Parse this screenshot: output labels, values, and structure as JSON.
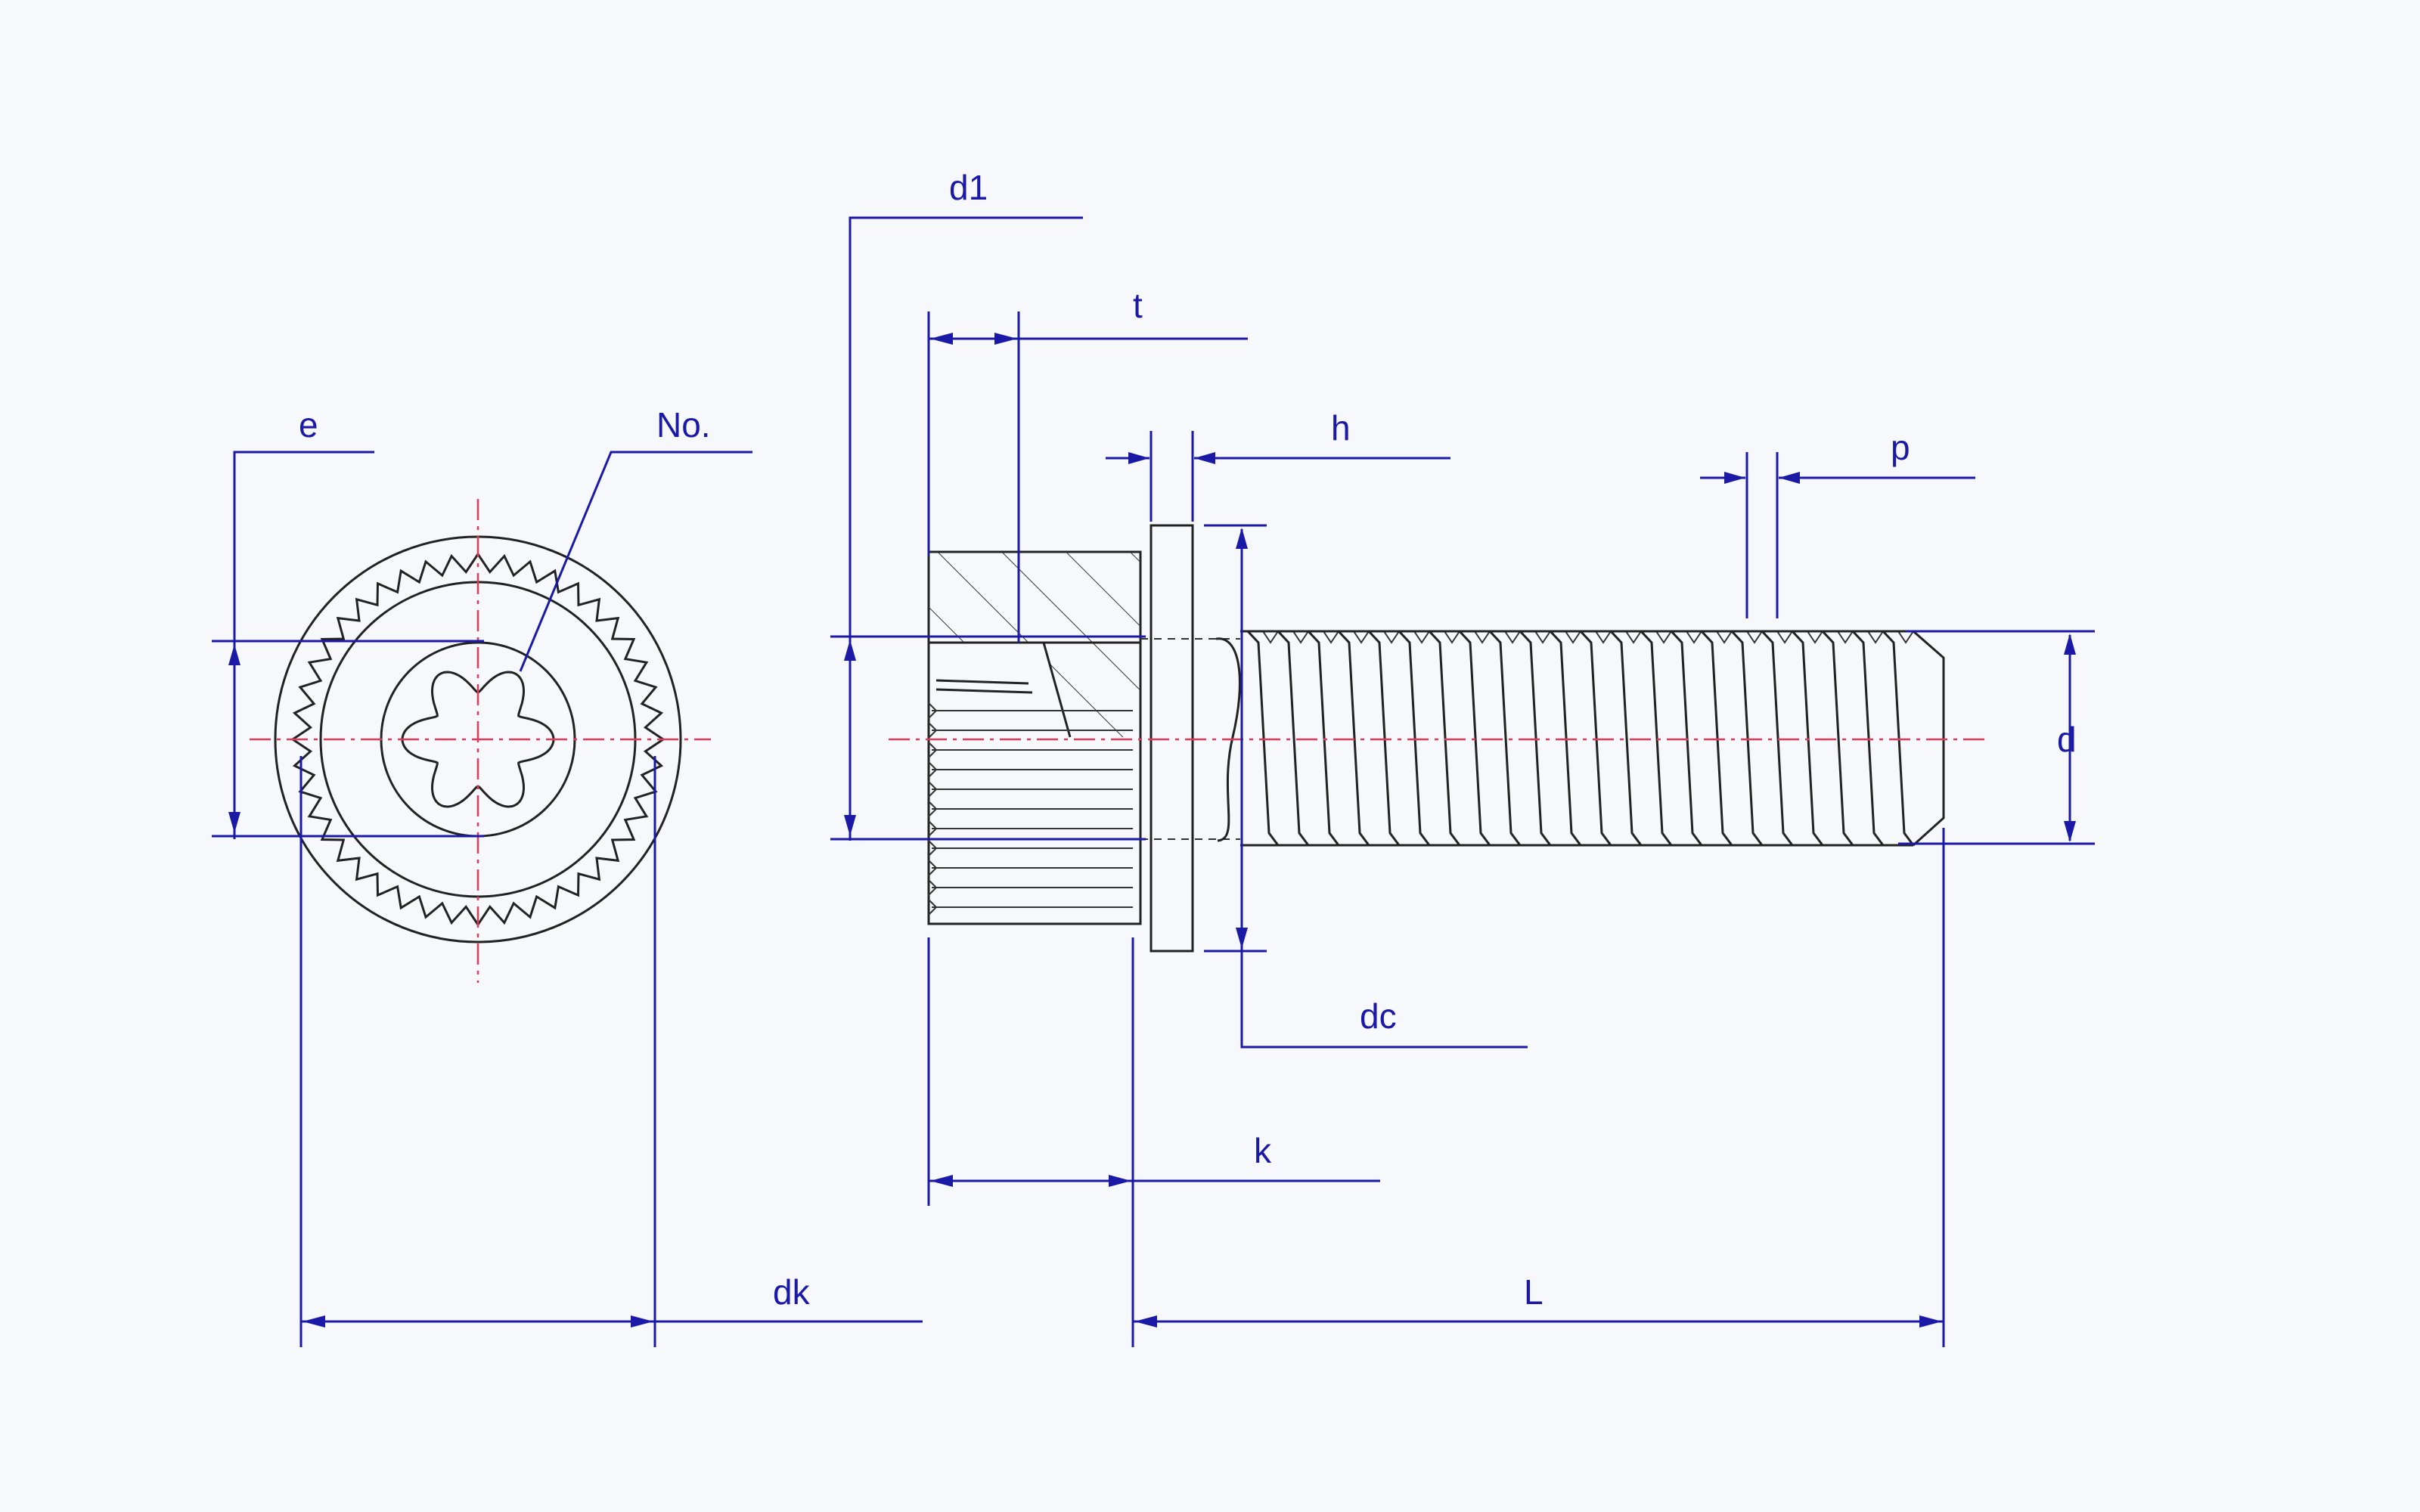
{
  "labels": {
    "e": "e",
    "no": "No.",
    "d1": "d1",
    "t": "t",
    "h": "h",
    "p": "p",
    "d": "d",
    "dc": "dc",
    "k": "k",
    "dk": "dk",
    "L": "L"
  },
  "colors": {
    "dimension": "#1a1aa6",
    "centerline": "#e03b5a",
    "outline": "#222222",
    "background": "#f7f8fb"
  }
}
